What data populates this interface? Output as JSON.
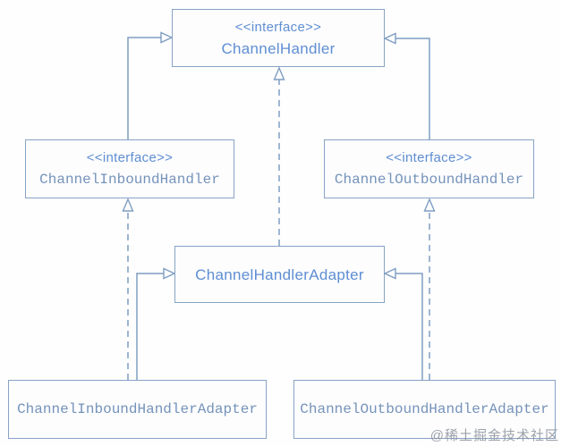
{
  "diagram": {
    "kind": "uml-class-diagram",
    "nodes": [
      {
        "id": "channel-handler",
        "stereotype": "<<interface>>",
        "name": "ChannelHandler"
      },
      {
        "id": "channel-inbound-handler",
        "stereotype": "<<interface>>",
        "name": "ChannelInboundHandler"
      },
      {
        "id": "channel-outbound-handler",
        "stereotype": "<<interface>>",
        "name": "ChannelOutboundHandler"
      },
      {
        "id": "channel-handler-adapter",
        "stereotype": "",
        "name": "ChannelHandlerAdapter"
      },
      {
        "id": "channel-inbound-handler-adapter",
        "stereotype": "",
        "name": "ChannelInboundHandlerAdapter"
      },
      {
        "id": "channel-outbound-handler-adapter",
        "stereotype": "",
        "name": "ChannelOutboundHandlerAdapter"
      }
    ],
    "relations": [
      {
        "from": "ChannelInboundHandler",
        "to": "ChannelHandler",
        "type": "generalization",
        "line": "solid"
      },
      {
        "from": "ChannelOutboundHandler",
        "to": "ChannelHandler",
        "type": "generalization",
        "line": "solid"
      },
      {
        "from": "ChannelHandlerAdapter",
        "to": "ChannelHandler",
        "type": "realization",
        "line": "dashed"
      },
      {
        "from": "ChannelInboundHandlerAdapter",
        "to": "ChannelInboundHandler",
        "type": "realization",
        "line": "dashed"
      },
      {
        "from": "ChannelOutboundHandlerAdapter",
        "to": "ChannelOutboundHandler",
        "type": "realization",
        "line": "dashed"
      },
      {
        "from": "ChannelInboundHandlerAdapter",
        "to": "ChannelHandlerAdapter",
        "type": "generalization",
        "line": "solid"
      },
      {
        "from": "ChannelOutboundHandlerAdapter",
        "to": "ChannelHandlerAdapter",
        "type": "generalization",
        "line": "solid"
      }
    ],
    "watermark": "@稀土掘金技术社区",
    "colors": {
      "box_border": "#87a3c4",
      "sans_text": "#5e8ed2",
      "mono_text": "#7593ba",
      "connector": "#7f9dc2",
      "watermark": "#848c96",
      "background": "#fefefe"
    }
  }
}
